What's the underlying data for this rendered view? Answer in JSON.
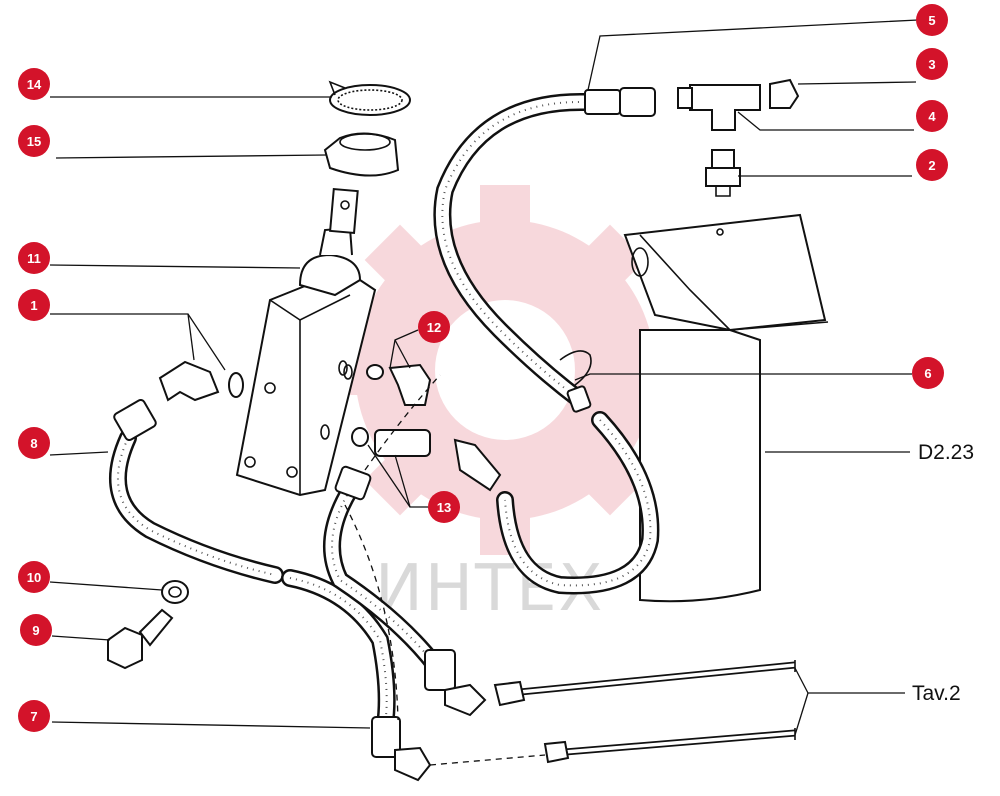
{
  "diagram": {
    "watermark_text": "ИНТЕХ",
    "codes": {
      "main": "D2.23",
      "table_ref": "Tav.2"
    },
    "callouts": [
      {
        "id": "1",
        "label": "1"
      },
      {
        "id": "2",
        "label": "2"
      },
      {
        "id": "3",
        "label": "3"
      },
      {
        "id": "4",
        "label": "4"
      },
      {
        "id": "5",
        "label": "5"
      },
      {
        "id": "6",
        "label": "6"
      },
      {
        "id": "7",
        "label": "7"
      },
      {
        "id": "8",
        "label": "8"
      },
      {
        "id": "9",
        "label": "9"
      },
      {
        "id": "10",
        "label": "10"
      },
      {
        "id": "11",
        "label": "11"
      },
      {
        "id": "12",
        "label": "12"
      },
      {
        "id": "13",
        "label": "13"
      },
      {
        "id": "14",
        "label": "14"
      },
      {
        "id": "15",
        "label": "15"
      }
    ]
  }
}
